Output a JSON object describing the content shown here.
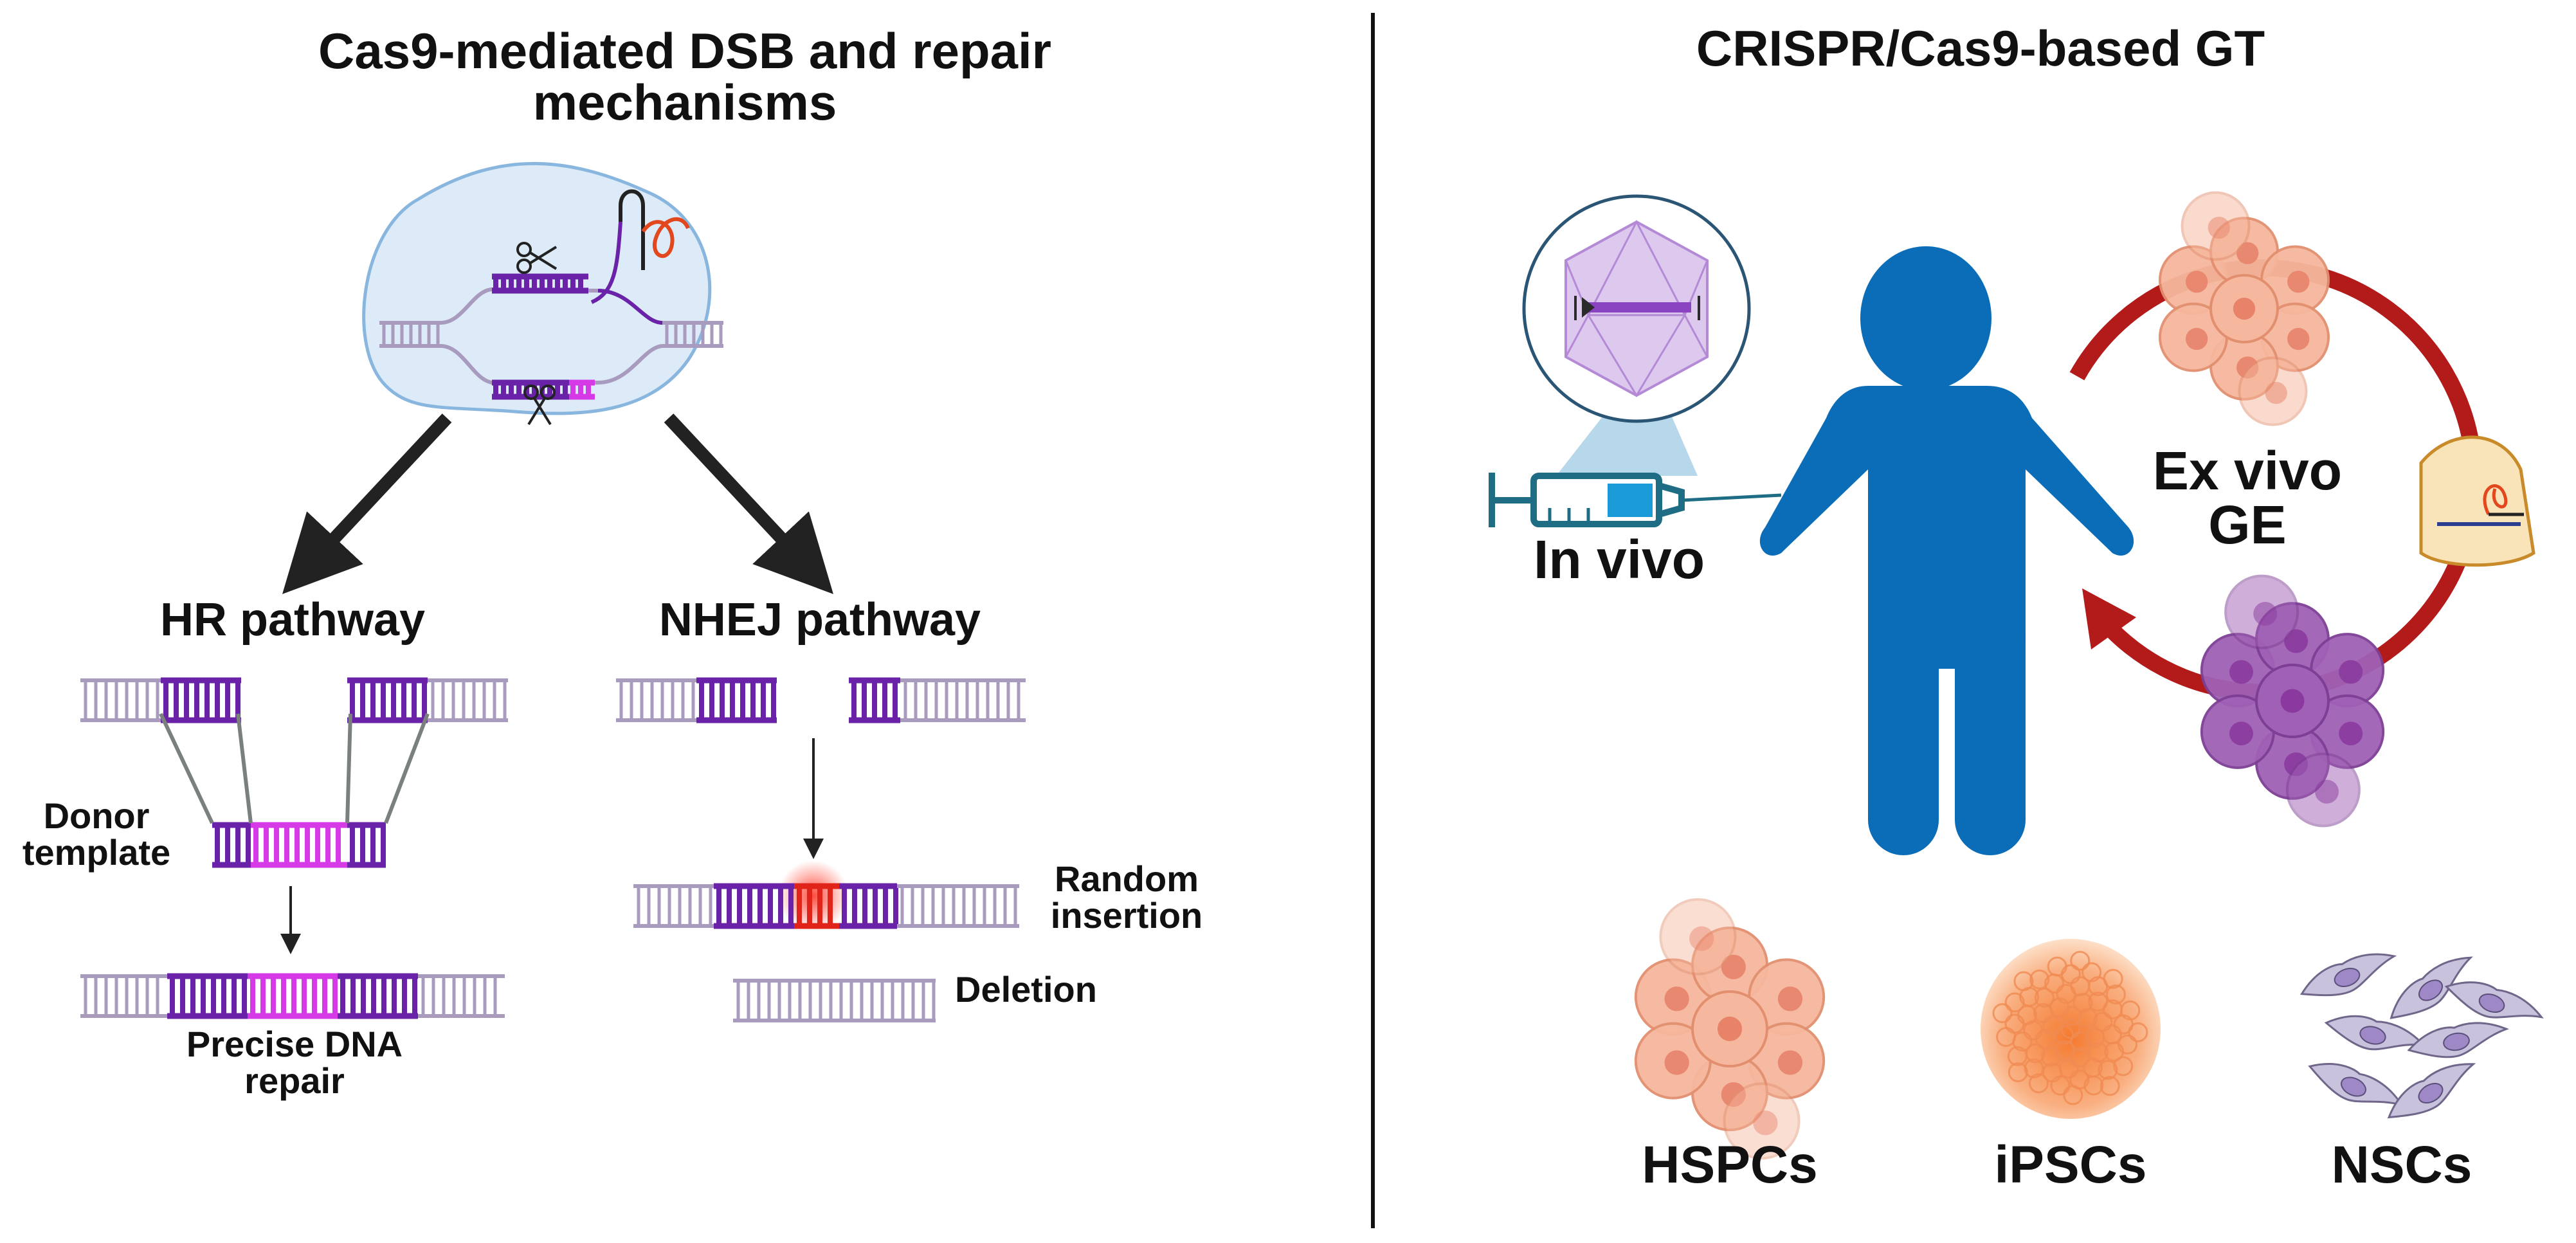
{
  "left_panel": {
    "title_line1": "Cas9-mediated DSB and repair",
    "title_line2": "mechanisms",
    "hr": {
      "title": "HR pathway",
      "donor_line1": "Donor",
      "donor_line2": "template",
      "result_line1": "Precise DNA",
      "result_line2": "repair"
    },
    "nhej": {
      "title": "NHEJ pathway",
      "insertion_line1": "Random",
      "insertion_line2": "insertion",
      "deletion": "Deletion"
    }
  },
  "right_panel": {
    "title": "CRISPR/Cas9-based GT",
    "in_vivo": "In vivo",
    "ex_vivo_line1": "Ex vivo",
    "ex_vivo_line2": "GE",
    "cells": [
      "HSPCs",
      "iPSCs",
      "NSCs"
    ]
  },
  "colors": {
    "dna_light": "#a99bbd",
    "dna_dark": "#6a22a8",
    "donor_magenta": "#d63ae6",
    "insertion_red": "#e0241a",
    "arrow": "#222222",
    "human_blue": "#0b6db8",
    "cycle_red": "#b31b1b",
    "cell_light": "#f5b79d",
    "cell_purple": "#a060b5",
    "nucleus_membrane": "#88b6de",
    "sgrna_orange": "#e2471d"
  },
  "icons": [
    "scissors-icon",
    "syringe-icon",
    "virus-capsid-icon",
    "human-figure-icon",
    "cell-cluster-icon",
    "neural-stem-cell-icon",
    "guide-rna-icon"
  ]
}
